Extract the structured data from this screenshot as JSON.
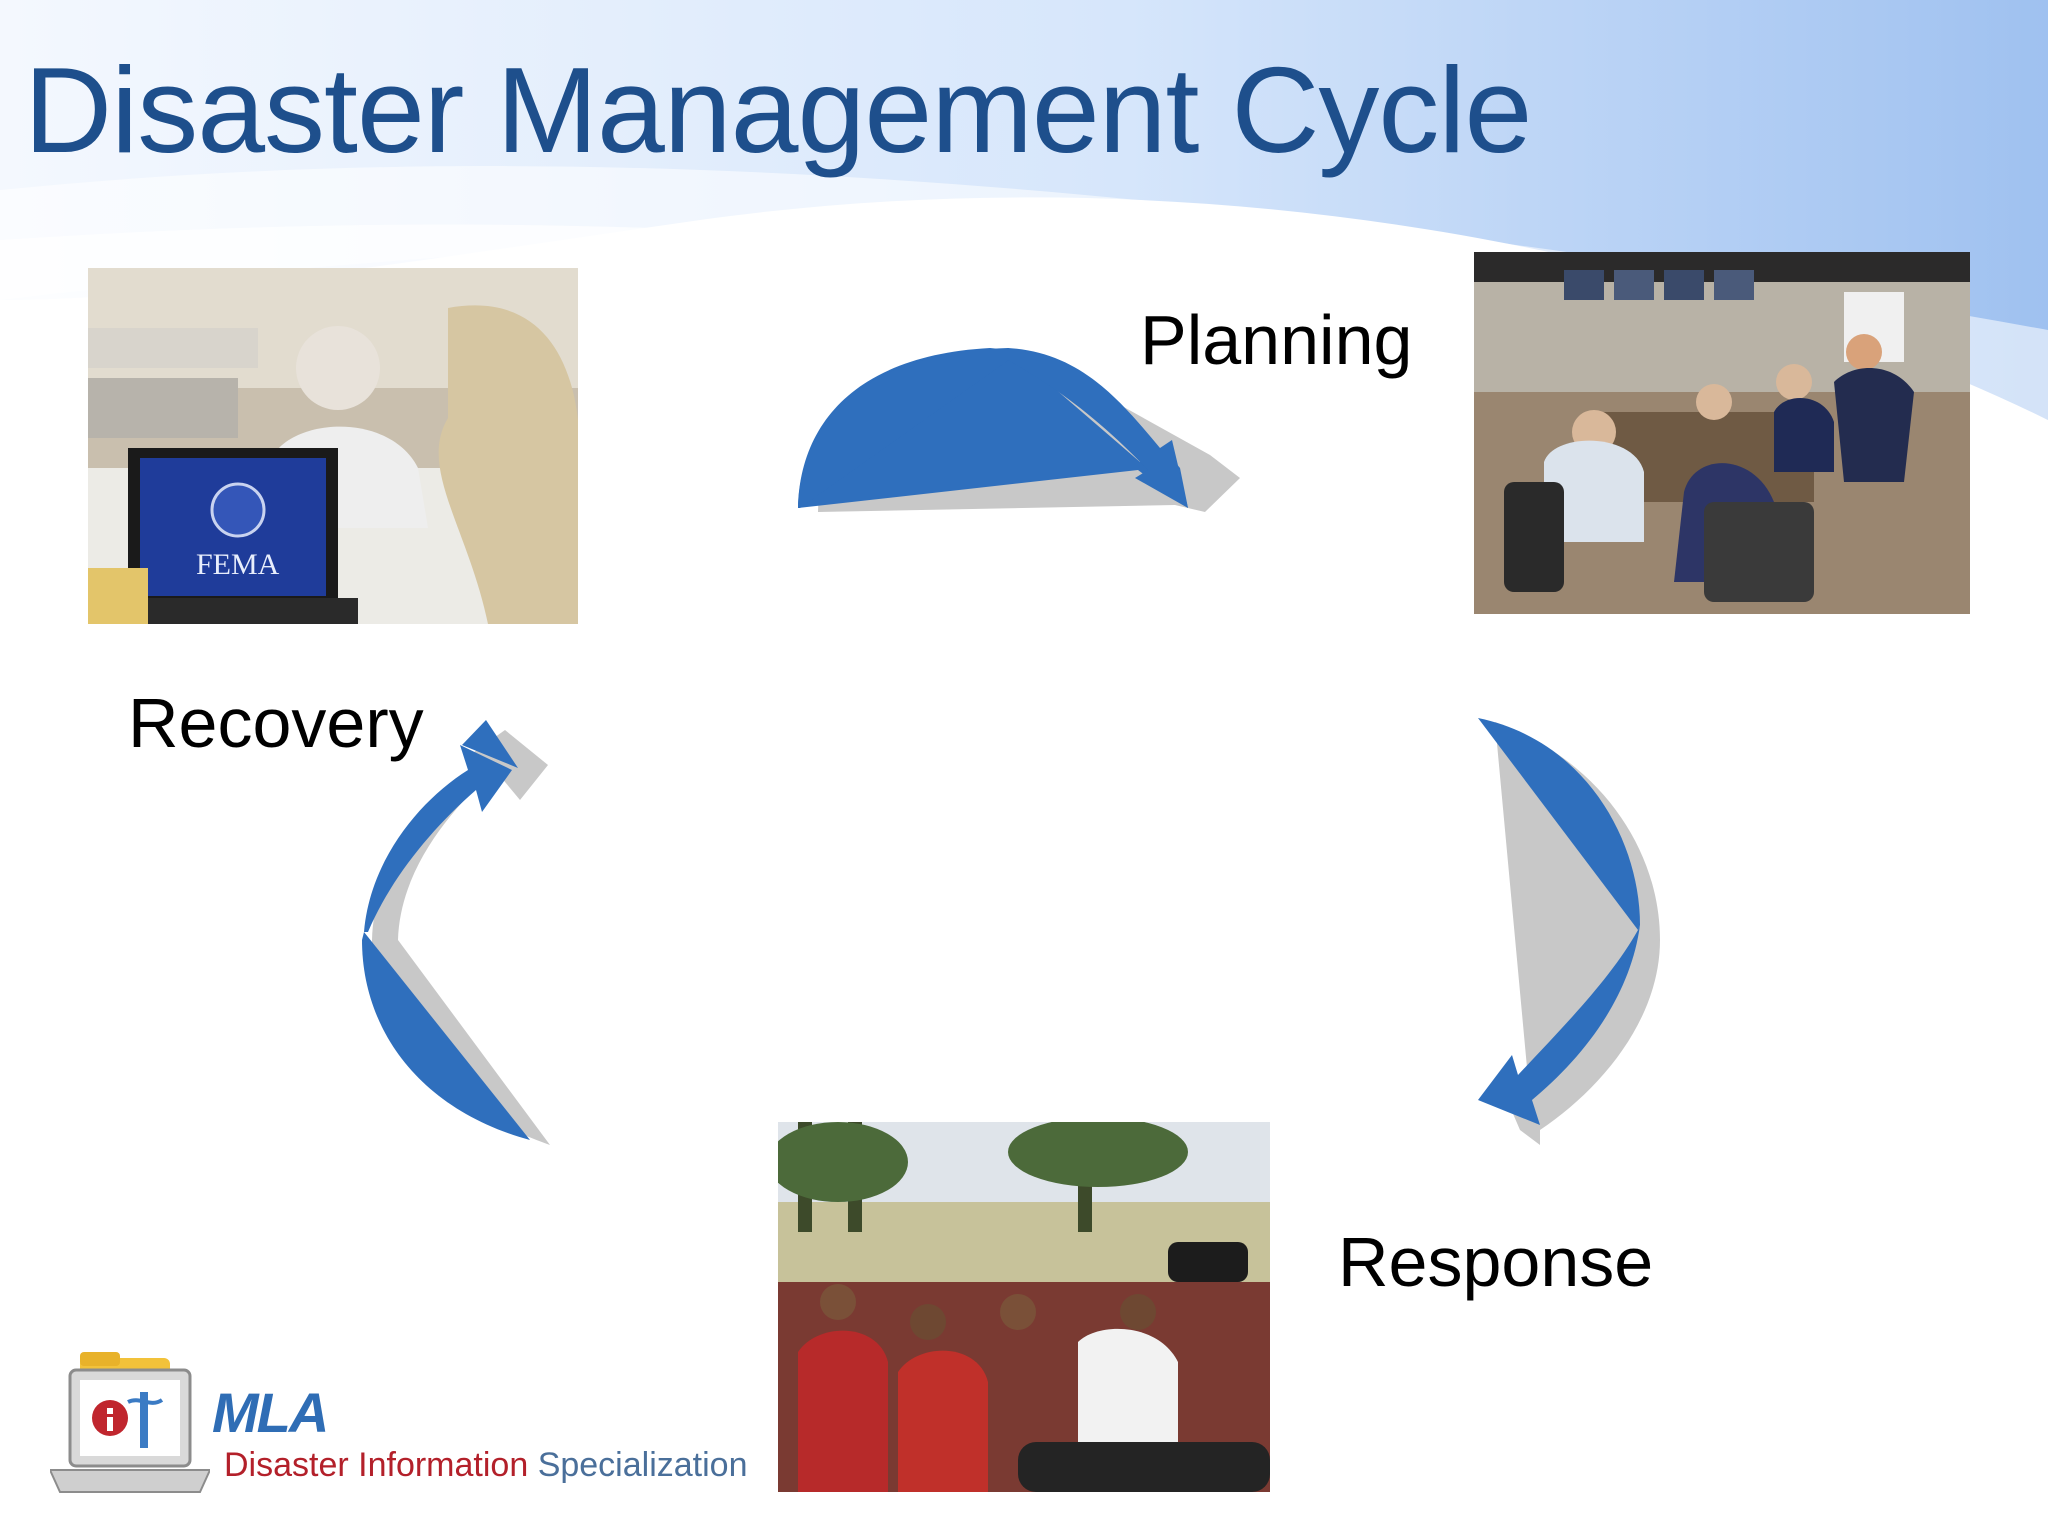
{
  "title": "Disaster Management Cycle",
  "phases": {
    "planning": "Planning",
    "response": "Response",
    "recovery": "Recovery"
  },
  "photos": {
    "recovery_screen_text": "FEMA"
  },
  "logo": {
    "org": "MLA",
    "tagline_part1": "Disaster Information",
    "tagline_part2": "Specialization"
  },
  "colors": {
    "title": "#1e4f8c",
    "arrow_fill": "#2f6fbd",
    "arrow_shadow": "#c8c8c8",
    "header_gradient": "#a9c8f0"
  },
  "icons": [
    "cycle-arrow-icon",
    "laptop-folder-logo-icon"
  ]
}
